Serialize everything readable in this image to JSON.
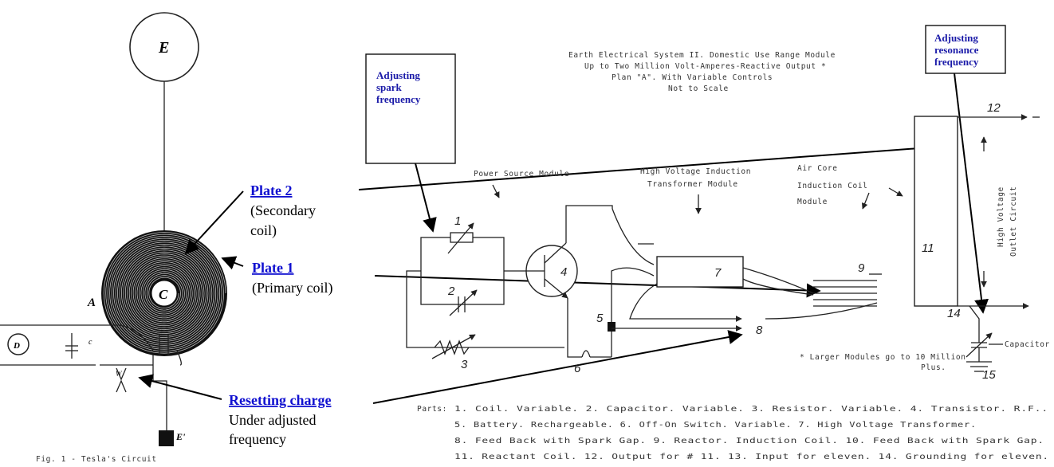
{
  "left_figure": {
    "e_label": "E",
    "c_label": "C",
    "a_label": "A",
    "d_label": "D",
    "c2_label": "c",
    "w_label": "W",
    "e2_label": "E'",
    "bottom_caption": "Fig. 1 - Tesla's Circuit"
  },
  "callouts": {
    "plate2_link": "Plate 2",
    "plate2_sub1": "(Secondary",
    "plate2_sub2": "coil)",
    "plate1_link": "Plate 1",
    "plate1_sub": "(Primary coil)",
    "resetting_link": "Resetting charge",
    "resetting_sub1": "Under adjusted",
    "resetting_sub2": "frequency"
  },
  "boxes": {
    "spark_line1": "Adjusting",
    "spark_line2": "spark",
    "spark_line3": "frequency",
    "resonance_line1": "Adjusting",
    "resonance_line2": "resonance",
    "resonance_line3": "frequency"
  },
  "title": {
    "line1": "Earth Electrical System II. Domestic Use Range Module",
    "line2": "Up to Two Million Volt-Amperes-Reactive Output *",
    "line3": "Plan \"A\". With Variable Controls",
    "line4": "Not to Scale"
  },
  "modules": {
    "power_source": "Power Source Module",
    "hv_line1": "High Voltage Induction",
    "hv_line2": "Transformer Module",
    "air_line1": "Air Core",
    "air_line2": "Induction Coil",
    "air_line3": "Module",
    "outlet_line1": "High Voltage",
    "outlet_line2": "Outlet Circuit",
    "capacitor": "Capacitor"
  },
  "numbers": {
    "n1": "1",
    "n2": "2",
    "n3": "3",
    "n4": "4",
    "n5": "5",
    "n6": "6",
    "n7": "7",
    "n8": "8",
    "n9": "9",
    "n11": "11",
    "n12": "12",
    "n14": "14",
    "n15": "15"
  },
  "note": {
    "line1": "* Larger Modules go to 10 Million",
    "line2": "Plus."
  },
  "parts": {
    "label": "Parts:",
    "lines": [
      "1. Coil. Variable. 2. Capacitor. Variable. 3. Resistor. Variable. 4. Transistor. R.F..",
      "5. Battery. Rechargeable. 6. Off-On Switch. Variable. 7. High Voltage Transformer.",
      "8. Feed Back with Spark Gap. 9. Reactor. Induction Coil. 10. Feed Back with Spark Gap.",
      "11. Reactant Coil. 12. Output for # 11. 13. Input for eleven. 14. Grounding for eleven."
    ]
  }
}
